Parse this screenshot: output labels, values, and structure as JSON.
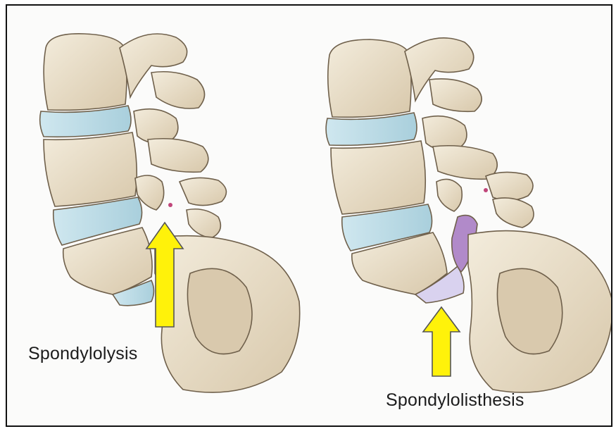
{
  "figure": {
    "left_panel": {
      "label": "Spondylolysis"
    },
    "right_panel": {
      "label": "Spondylolisthesis"
    }
  },
  "colors": {
    "bone": "#eae0cc",
    "bone_shadow": "#c9b89b",
    "disc": "#bcdbe6",
    "slipped_disc": "#d9d2ef",
    "pars_defect": "#b18ac9",
    "arrow_fill": "#fff20a",
    "outline": "#6f604b"
  },
  "icons": [
    "yellow-arrow-up",
    "yellow-arrow-up"
  ]
}
